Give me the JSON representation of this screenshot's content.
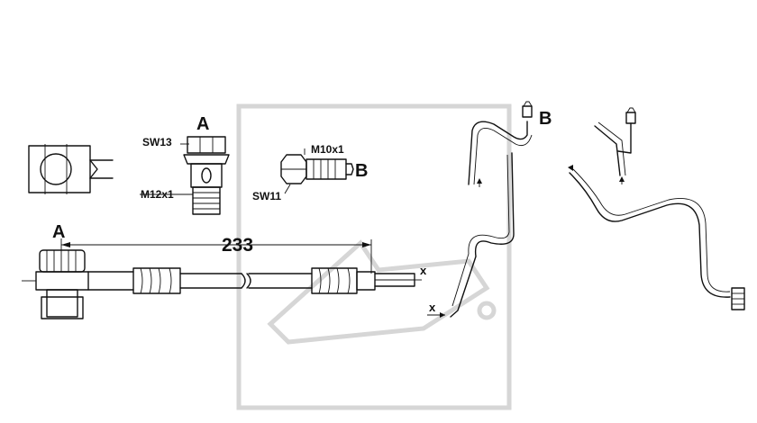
{
  "labels": {
    "view_a_top": "A",
    "view_a_dim": "A",
    "view_b_fitting": "B",
    "view_b_line": "B",
    "sw13": "SW13",
    "m12x1": "M12x1",
    "m10x1": "M10x1",
    "sw11": "SW11",
    "length": "233",
    "x_main": "x",
    "x_route": "x"
  },
  "colors": {
    "line": "#111111",
    "watermark": "#d6d6d6",
    "background": "#ffffff"
  }
}
